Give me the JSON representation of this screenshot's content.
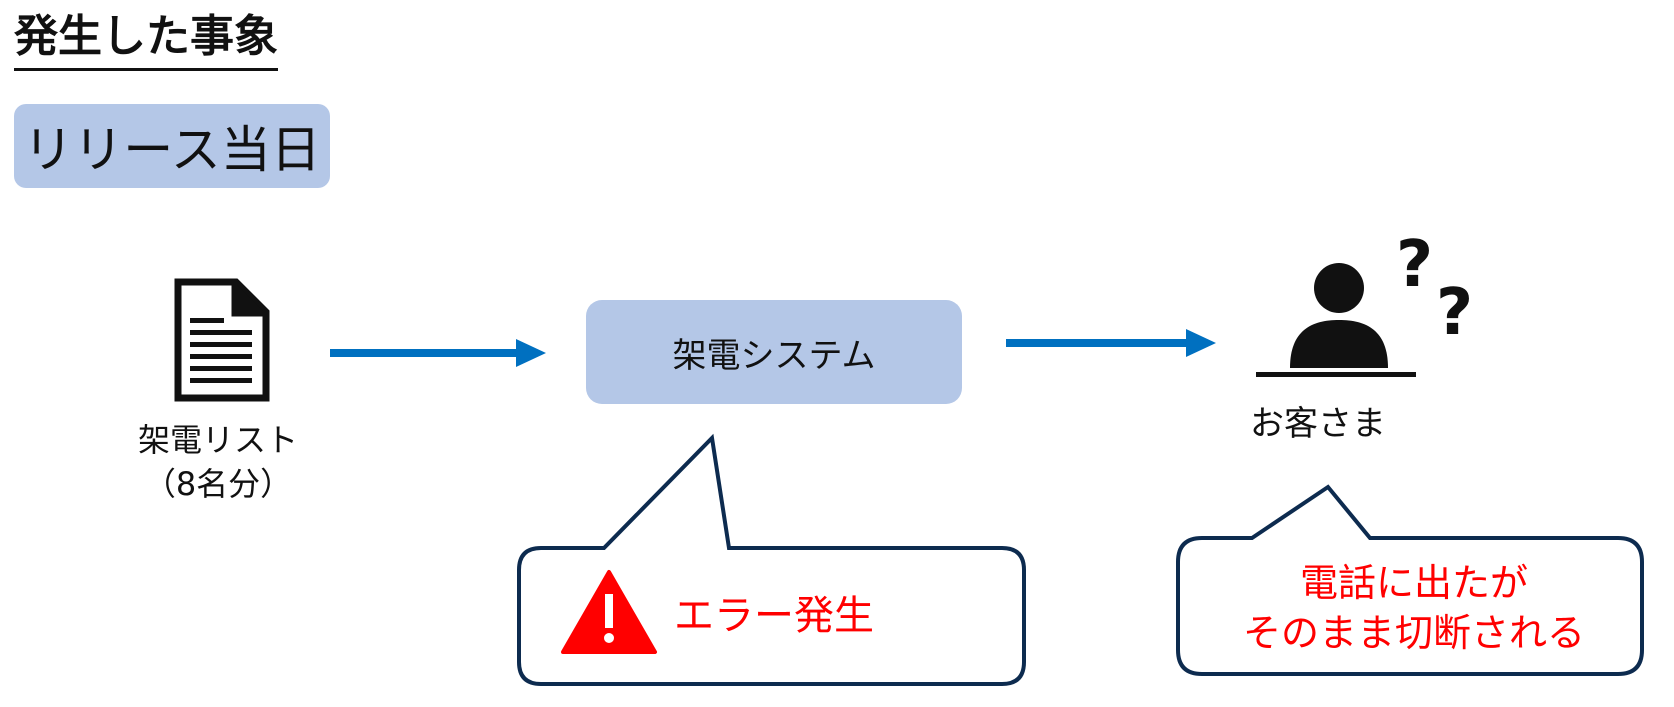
{
  "title": "発生した事象",
  "release_tag": "リリース当日",
  "call_list": {
    "line1": "架電リスト",
    "line2": "（8名分）",
    "icon": "document-icon"
  },
  "system": {
    "label": "架電システム"
  },
  "customer": {
    "label": "お客さま",
    "icon": "person-question-icon"
  },
  "error_callout": {
    "text": "エラー発生",
    "icon": "warning-icon"
  },
  "customer_callout": {
    "line1": "電話に出たが",
    "line2": "そのまま切断される"
  },
  "colors": {
    "tag_fill": "#b4c7e7",
    "arrow": "#0070c0",
    "callout_border": "#0d2b4f",
    "alert": "#ff0000"
  }
}
